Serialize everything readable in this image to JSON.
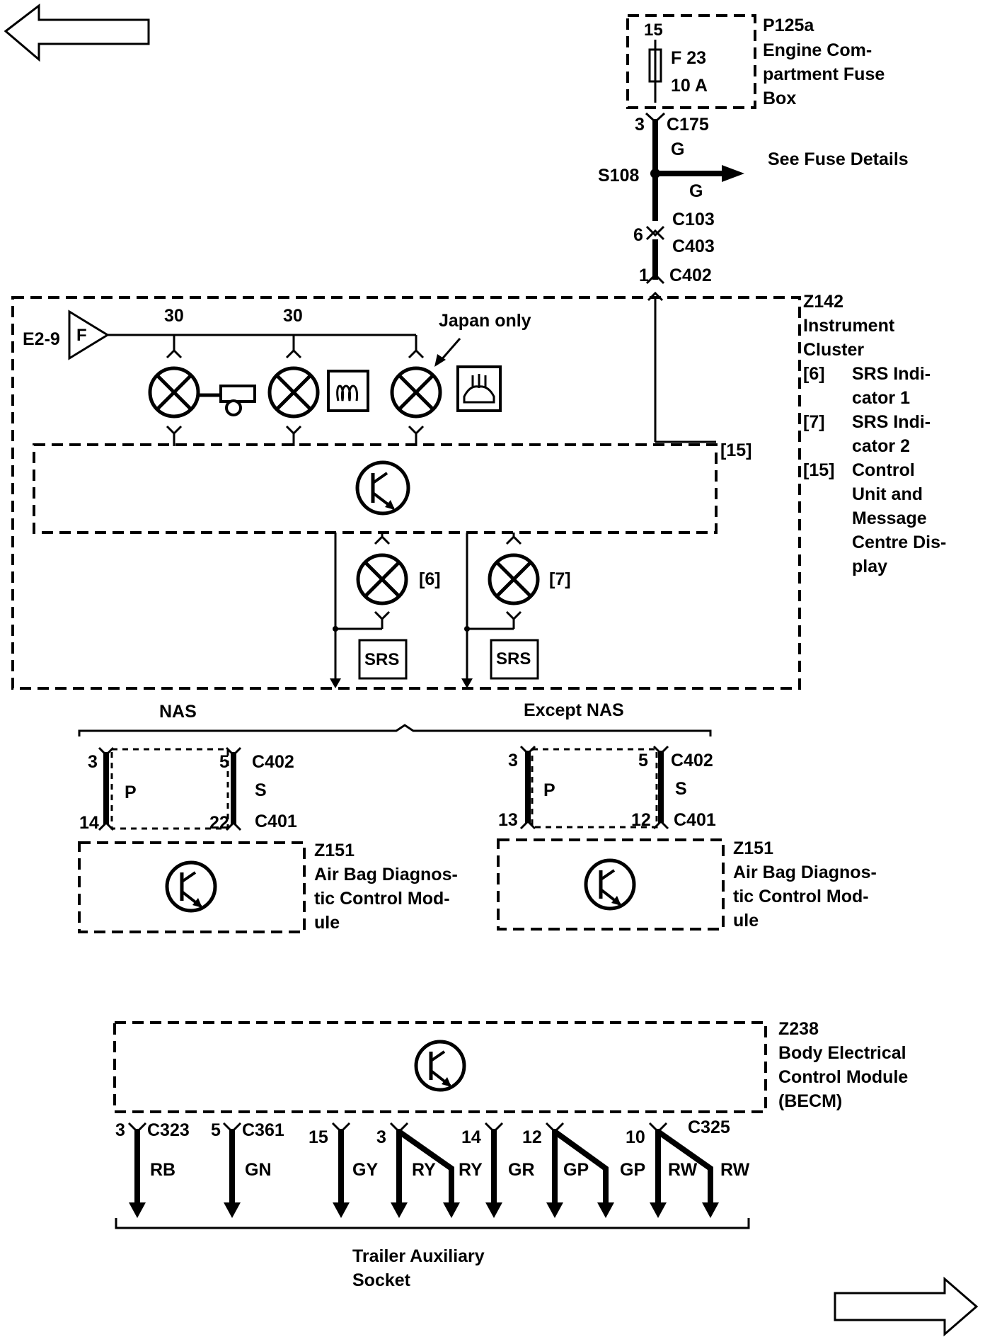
{
  "navigation": {
    "prev_icon": "left-arrow-icon",
    "next_icon": "right-arrow-icon"
  },
  "fuse_box": {
    "pin": "15",
    "fuse": "F 23",
    "rating": "10 A",
    "id": "P125a",
    "name_lines": [
      "Engine Com-",
      "partment Fuse",
      "Box"
    ]
  },
  "feed": {
    "c175_pin": "3",
    "c175": "C175",
    "wire_g1": "G",
    "splice": "S108",
    "wire_g2": "G",
    "see_fuse_details": "See Fuse Details",
    "c103": "C103",
    "c403_pin": "6",
    "c403": "C403",
    "c402_pin": "1",
    "c402": "C402"
  },
  "cluster": {
    "ground_ref": "E2-9",
    "ground_symbol": "F",
    "pin30_a": "30",
    "pin30_b": "30",
    "japan_only": "Japan only",
    "control_ref": "[15]",
    "srs1_ref": "[6]",
    "srs2_ref": "[7]",
    "srs_label_1": "SRS",
    "srs_label_2": "SRS",
    "id": "Z142",
    "title_lines": [
      "Instrument",
      "Cluster"
    ],
    "legend": [
      {
        "key": "[6]",
        "lines": [
          "SRS Indi-",
          "cator 1"
        ]
      },
      {
        "key": "[7]",
        "lines": [
          "SRS Indi-",
          "cator 2"
        ]
      },
      {
        "key": "[15]",
        "lines": [
          "Control",
          "Unit and",
          "Message",
          "Centre Dis-",
          "play"
        ]
      }
    ]
  },
  "variants": {
    "nas": "NAS",
    "except_nas": "Except NAS",
    "left": {
      "p_top": "3",
      "s_top": "5",
      "p_bottom": "14",
      "s_bottom": "22",
      "top_conn": "C402",
      "bottom_conn": "C401",
      "p": "P",
      "s": "S"
    },
    "right": {
      "p_top": "3",
      "s_top": "5",
      "p_bottom": "13",
      "s_bottom": "12",
      "top_conn": "C402",
      "bottom_conn": "C401",
      "p": "P",
      "s": "S"
    }
  },
  "airbag": {
    "id": "Z151",
    "lines": [
      "Air Bag Diagnos-",
      "tic Control Mod-",
      "ule"
    ]
  },
  "becm": {
    "id": "Z238",
    "lines": [
      "Body Electrical",
      "Control Module",
      "(BECM)"
    ],
    "outputs": [
      {
        "pin": "3",
        "conn": "C323",
        "wire": "RB"
      },
      {
        "pin": "5",
        "conn": "C361",
        "wire": "GN"
      },
      {
        "pin": "15",
        "wire": "GY"
      },
      {
        "pin": "3",
        "wire": "RY"
      },
      {
        "wire": "RY"
      },
      {
        "pin": "14",
        "wire": "GR"
      },
      {
        "pin": "12",
        "wire": "GP"
      },
      {
        "wire": "GP"
      },
      {
        "pin": "10",
        "wire": "RW"
      },
      {
        "wire": "RW"
      }
    ],
    "c325": "C325"
  },
  "socket": {
    "lines": [
      "Trailer Auxiliary",
      "Socket"
    ]
  }
}
